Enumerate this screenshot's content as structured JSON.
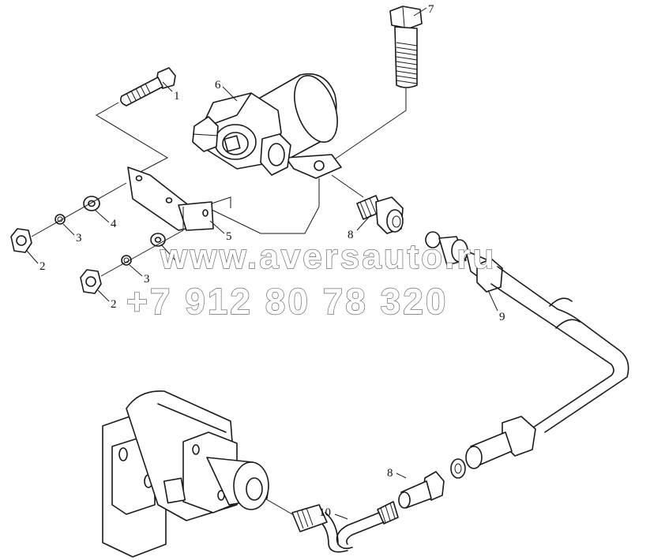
{
  "callouts": {
    "c1": "1",
    "c2a": "2",
    "c2b": "2",
    "c3a": "3",
    "c3b": "3",
    "c4a": "4",
    "c4b": "4",
    "c5": "5",
    "c6": "6",
    "c7": "7",
    "c8a": "8",
    "c8b": "8",
    "c9": "9",
    "c10": "10"
  },
  "watermark": {
    "url": "www.aversauto.ru",
    "phone": "+7 912 80 78 320"
  }
}
